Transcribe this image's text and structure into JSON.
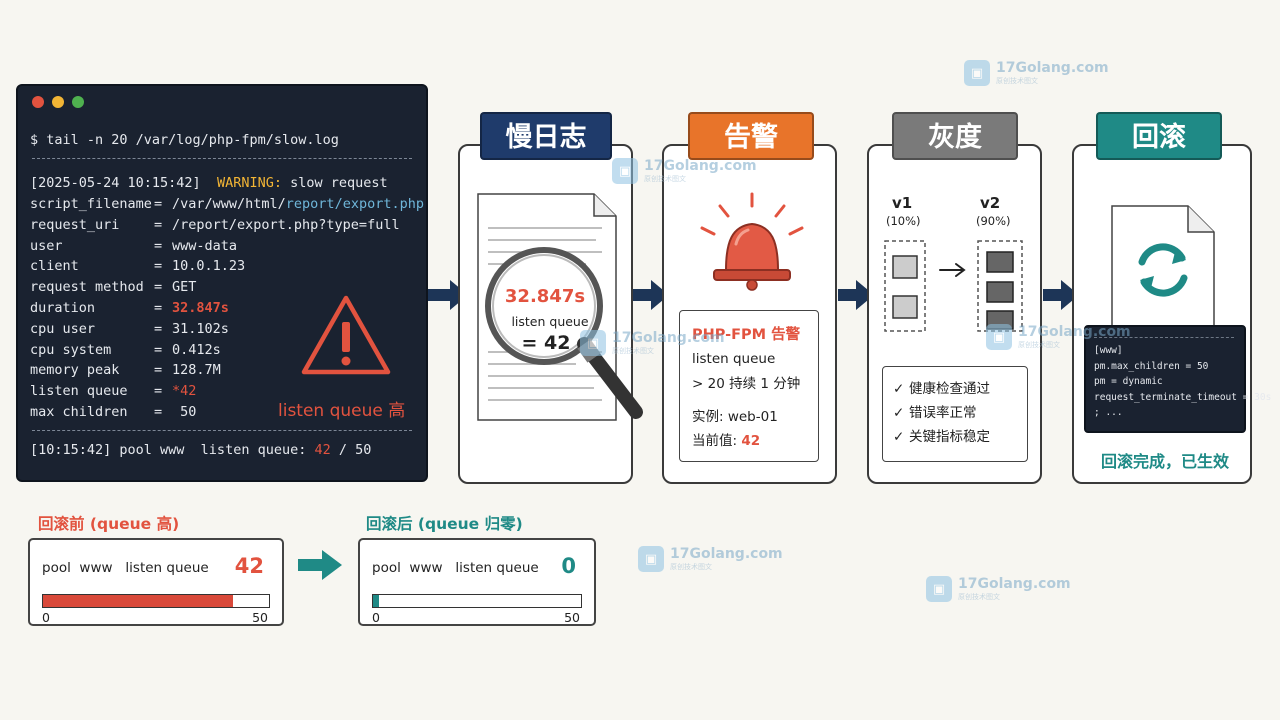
{
  "terminal": {
    "command": "$ tail -n 20 /var/log/php-fpm/slow.log",
    "header_ts": "[2025-05-24 10:15:42]",
    "header_warn": "WARNING:",
    "header_msg": "slow request",
    "fields": [
      {
        "key": "script_filename",
        "value_a": "/var/www/html/",
        "value_b": "report/export.php",
        "style": "blue"
      },
      {
        "key": "request_uri",
        "value_a": "/report/export.php?type=full",
        "value_b": "",
        "style": "normal"
      },
      {
        "key": "user",
        "value_a": "www-data",
        "value_b": "",
        "style": "normal"
      },
      {
        "key": "client",
        "value_a": "10.0.1.23",
        "value_b": "",
        "style": "normal"
      },
      {
        "key": "request method",
        "value_a": "GET",
        "value_b": "",
        "style": "normal"
      },
      {
        "key": "duration",
        "value_a": "32.847s",
        "value_b": "",
        "style": "red"
      },
      {
        "key": "cpu user",
        "value_a": "31.102s",
        "value_b": "",
        "style": "normal"
      },
      {
        "key": "cpu system",
        "value_a": "0.412s",
        "value_b": "",
        "style": "normal"
      },
      {
        "key": "memory peak",
        "value_a": "128.7M",
        "value_b": "",
        "style": "normal"
      },
      {
        "key": "listen queue",
        "value_a": "*42",
        "value_b": "",
        "style": "redkey"
      },
      {
        "key": "max children",
        "value_a": " 50",
        "value_b": "",
        "style": "normal"
      }
    ],
    "sep": "=",
    "warning_label": "listen queue 高",
    "footer_a": "[10:15:42] pool www  listen queue: ",
    "footer_b": "42",
    "footer_c": " / 50"
  },
  "stages": {
    "slowlog": {
      "title": "慢日志",
      "duration": "32.847s",
      "queue_label": "listen queue",
      "queue_value": "= 42"
    },
    "alert": {
      "title": "告警",
      "heading": "PHP-FPM 告警",
      "line1": "listen queue",
      "line2": "> 20 持续 1 分钟",
      "instance": "实例: web-01",
      "current_label": "当前值: ",
      "current_value": "42"
    },
    "canary": {
      "title": "灰度",
      "v1": "v1",
      "v1_pct": "(10%)",
      "v2": "v2",
      "v2_pct": "(90%)",
      "checks": [
        "健康检查通过",
        "错误率正常",
        "关键指标稳定"
      ]
    },
    "rollback": {
      "title": "回滚",
      "config": [
        "[www]",
        "pm.max_children = 50",
        "pm = dynamic",
        "request_terminate_timeout = 30s",
        "; ..."
      ],
      "done": "回滚完成，已生效"
    }
  },
  "queue_before": {
    "title": "回滚前 (queue 高)",
    "label": "pool  www   listen queue",
    "value": "42",
    "fraction": 0.84,
    "min": "0",
    "max": "50"
  },
  "queue_after": {
    "title": "回滚后 (queue 归零)",
    "label": "pool  www   listen queue",
    "value": "0",
    "fraction": 0.03,
    "min": "0",
    "max": "50"
  },
  "watermark": {
    "text": "17Golang.com",
    "sub": "原创技术图文"
  },
  "colors": {
    "slowlog": "#1f3b6b",
    "alert": "#e8742a",
    "canary": "#7a7a7a",
    "rollback": "#1f8a86",
    "red": "#e2533f",
    "teal": "#1f8a86",
    "arrow": "#1d3557"
  }
}
